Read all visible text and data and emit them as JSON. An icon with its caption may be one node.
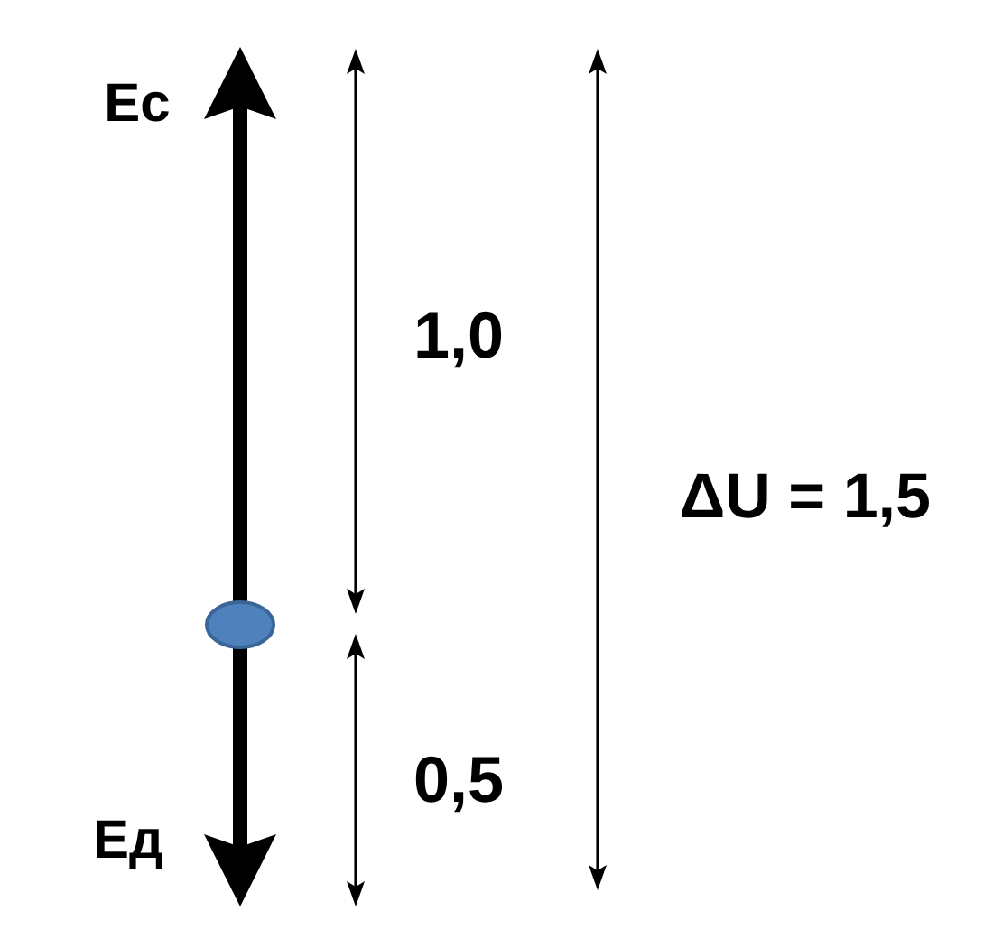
{
  "diagram": {
    "labels": [
      "Ес",
      "1,0",
      "ΔU = 1,5",
      "0,5",
      "Ед"
    ]
  }
}
